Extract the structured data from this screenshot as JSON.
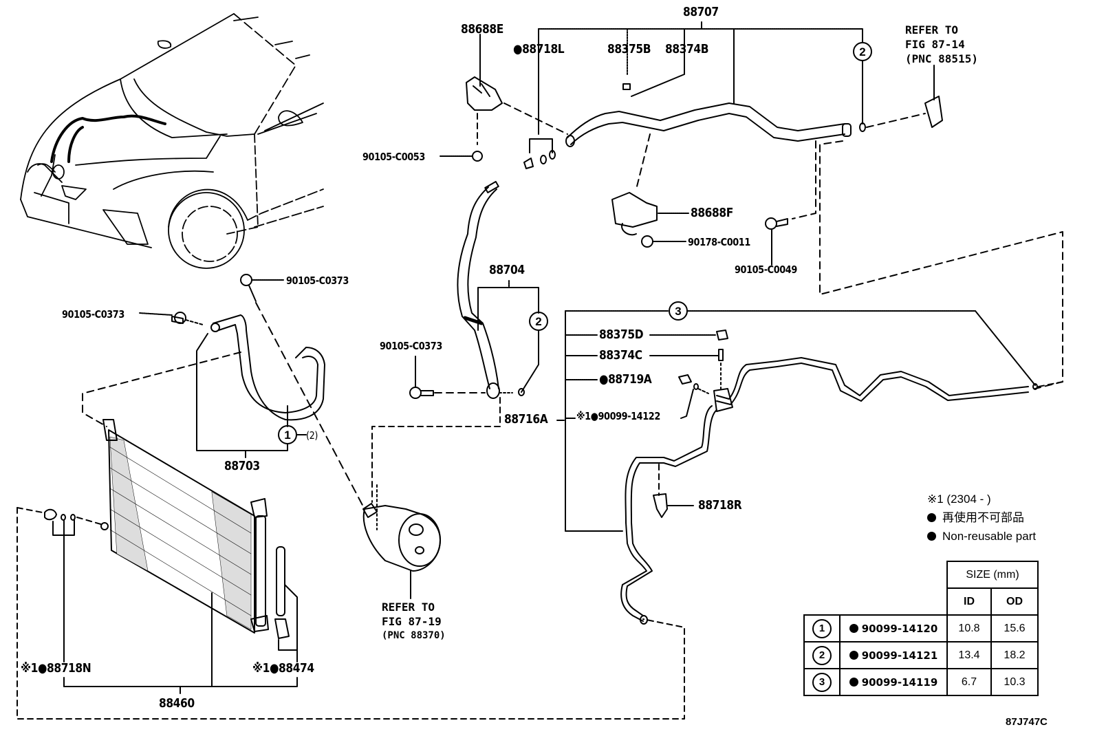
{
  "figure": {
    "code": "87J747C",
    "type": "parts-exploded-diagram"
  },
  "callouts": [
    {
      "id": "88707",
      "text": "88707"
    },
    {
      "id": "88688E",
      "text": "88688E"
    },
    {
      "id": "88718L",
      "text": "●88718L"
    },
    {
      "id": "88375B",
      "text": "88375B"
    },
    {
      "id": "88374B",
      "text": "88374B"
    },
    {
      "id": "90105-C0053",
      "text": "90105-C0053"
    },
    {
      "id": "88688F",
      "text": "88688F"
    },
    {
      "id": "90178-C0011",
      "text": "90178-C0011"
    },
    {
      "id": "90105-C0049",
      "text": "90105-C0049"
    },
    {
      "id": "90105-C0373-a",
      "text": "90105-C0373"
    },
    {
      "id": "90105-C0373-b",
      "text": "90105-C0373"
    },
    {
      "id": "90105-C0373-c",
      "text": "90105-C0373"
    },
    {
      "id": "88704",
      "text": "88704"
    },
    {
      "id": "88703",
      "text": "88703"
    },
    {
      "id": "88716A",
      "text": "88716A"
    },
    {
      "id": "88375D",
      "text": "88375D"
    },
    {
      "id": "88374C",
      "text": "88374C"
    },
    {
      "id": "88719A",
      "text": "●88719A"
    },
    {
      "id": "90099-14122",
      "text": "※1●90099-14122"
    },
    {
      "id": "88718R",
      "text": "88718R"
    },
    {
      "id": "88718N",
      "text": "※1●88718N"
    },
    {
      "id": "88474",
      "text": "※1●88474"
    },
    {
      "id": "88460",
      "text": "88460"
    },
    {
      "id": "oring-2-alt",
      "text": "(2)"
    }
  ],
  "circled_refs": [
    {
      "id": "c2-top",
      "text": "2"
    },
    {
      "id": "c2-mid",
      "text": "2"
    },
    {
      "id": "c1",
      "text": "1"
    },
    {
      "id": "c3",
      "text": "3"
    }
  ],
  "references": [
    {
      "id": "ref-top",
      "line1": "REFER TO",
      "line2": "FIG 87-14",
      "line3": "(PNC 88515)"
    },
    {
      "id": "ref-bottom",
      "line1": "REFER TO",
      "line2": "FIG 87-19",
      "line3": "(PNC 88370)"
    }
  ],
  "legend": {
    "note": "※1 (2304 -      )",
    "non_reusable_jp": "再使用不可部品",
    "non_reusable_en": "Non-reusable part"
  },
  "size_table": {
    "header": "SIZE (mm)",
    "col_id": "ID",
    "col_od": "OD",
    "rows": [
      {
        "no": "1",
        "part": "90099-14120",
        "id": "10.8",
        "od": "15.6"
      },
      {
        "no": "2",
        "part": "90099-14121",
        "id": "13.4",
        "od": "18.2"
      },
      {
        "no": "3",
        "part": "90099-14119",
        "id": "6.7",
        "od": "10.3"
      }
    ]
  }
}
